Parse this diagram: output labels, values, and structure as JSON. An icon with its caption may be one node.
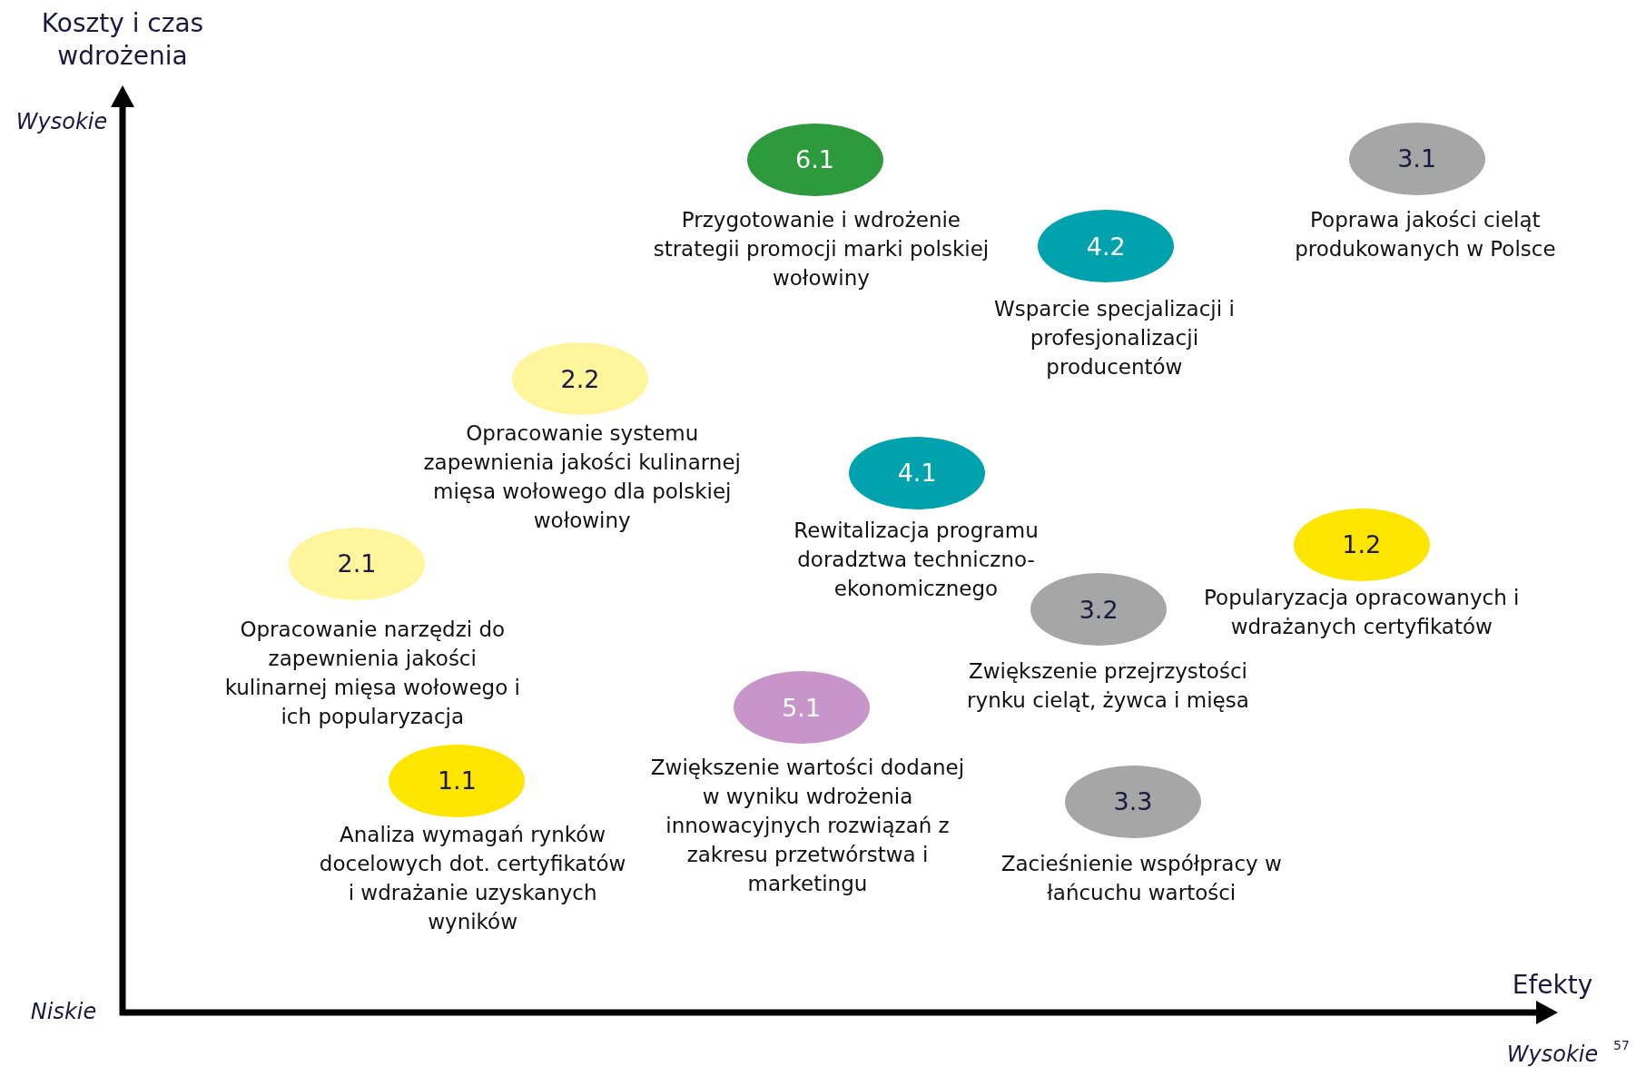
{
  "diagram": {
    "nodes": [
      {
        "text": [
          "6.1"
        ],
        "beside": [
          "Przygotowanie i wdrożenie strategii promocji marki polskiej wołowiny"
        ]
      },
      {
        "text": [
          "3.1"
        ],
        "beside": [
          "Poprawa jakości cieląt produkowanych w Polsce"
        ]
      },
      {
        "text": [
          "4.2"
        ],
        "beside": [
          "Wsparcie specjalizacji i profesjonalizacji producentów"
        ]
      },
      {
        "text": [
          "2.2"
        ],
        "beside": [
          "Opracowanie systemu zapewnienia jakości kulinarnej mięsa wołowego dla polskiej wołowiny"
        ]
      },
      {
        "text": [
          "4.1"
        ],
        "beside": [
          "Rewitalizacja programu doradztwa techniczno-ekonomicznego"
        ]
      },
      {
        "text": [
          "1.2"
        ],
        "beside": [
          "Popularyzacja opracowanych i wdrażanych certyfikatów"
        ]
      },
      {
        "text": [
          "2.1"
        ],
        "beside": [
          "Opracowanie narzędzi do zapewnienia jakości kulinarnej mięsa wołowego i ich popularyzacja"
        ]
      },
      {
        "text": [
          "3.2"
        ],
        "beside": [
          "Zwiększenie przejrzystości rynku cieląt, żywca i mięsa"
        ]
      },
      {
        "text": [
          "5.1"
        ],
        "beside": [
          "Zwiększenie wartości dodanej w wyniku wdrożenia innowacyjnych rozwiązań z zakresu przetwórstwa i marketingu"
        ]
      },
      {
        "text": [
          "1.1"
        ],
        "beside": [
          "Analiza wymagań rynków docelowych dot. certyfikatów i wdrażanie uzyskanych wyników"
        ]
      },
      {
        "text": [
          "3.3"
        ],
        "beside": [
          "Zacieśnienie współpracy w łańcuchu wartości"
        ]
      }
    ],
    "edges": [],
    "labels": [
      "Koszty i czas wdrożenia",
      "Wysokie",
      "Niskie",
      "Efekty",
      "Wysokie",
      "57"
    ]
  }
}
